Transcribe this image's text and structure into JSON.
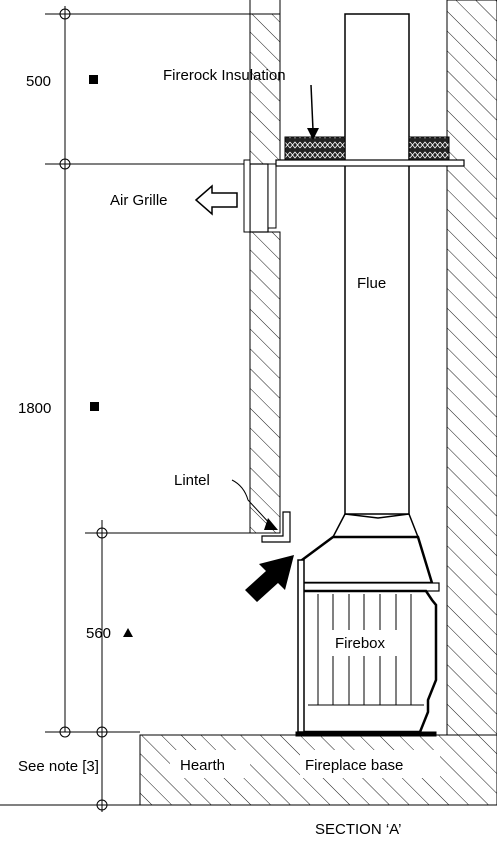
{
  "labels": {
    "firerock_insulation": "Firerock Insulation",
    "air_grille": "Air Grille",
    "flue": "Flue",
    "lintel": "Lintel",
    "firebox": "Firebox",
    "hearth": "Hearth",
    "fireplace_base": "Fireplace base",
    "see_note": "See note [3]",
    "section": "SECTION ‘A’"
  },
  "dimensions": {
    "top": "500",
    "middle": "1800",
    "bottom": "560"
  },
  "icons": {
    "top_marker": "square-marker",
    "middle_marker": "square-marker",
    "bottom_marker": "triangle-marker"
  }
}
